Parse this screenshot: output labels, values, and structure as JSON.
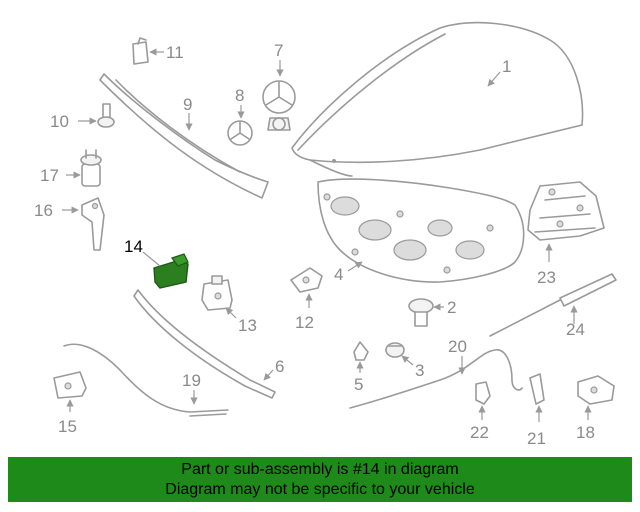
{
  "diagram": {
    "highlight_color": "#1e8a1a",
    "highlighted_part": "14",
    "callouts": [
      "1",
      "2",
      "3",
      "4",
      "5",
      "6",
      "7",
      "8",
      "9",
      "10",
      "11",
      "12",
      "13",
      "14",
      "15",
      "16",
      "17",
      "18",
      "19",
      "20",
      "21",
      "22",
      "23",
      "24"
    ]
  },
  "banner": {
    "line1": "Part or sub-assembly is #14 in diagram",
    "line2": "Diagram may not be specific to your vehicle",
    "background": "#1e8a1a"
  }
}
